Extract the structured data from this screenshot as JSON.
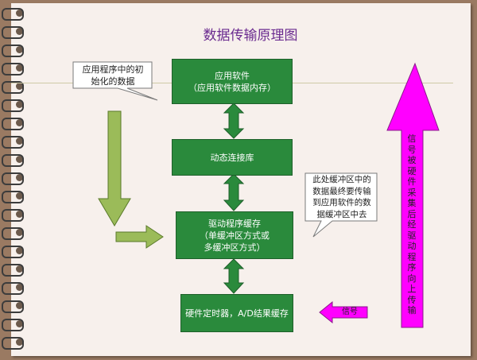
{
  "title": "数据传输原理图",
  "boxes": {
    "app": [
      "应用软件",
      "（应用软件数据内存）"
    ],
    "dll": [
      "动态连接库"
    ],
    "driver": [
      "驱动程序缓存",
      "（单缓冲区方式或",
      "多缓冲区方式）"
    ],
    "hardware": [
      "硬件定时器，A/D结果缓存"
    ]
  },
  "callouts": {
    "init": [
      "应用程序中的初",
      "始化的数据"
    ],
    "buffer": [
      "此处缓冲区中的",
      "数据最终要传输",
      "到应用软件的数",
      "据缓冲区中去"
    ]
  },
  "signal_label": "信号",
  "vertical_arrow_text": "信号被硬件采集后经驱动程序向上传输",
  "colors": {
    "box_fill": "#2a8a3c",
    "arrow_green": "#9bbb59",
    "arrow_magenta": "#ff00ff",
    "title": "#6a2a8f",
    "paper": "#f7f0ec"
  }
}
